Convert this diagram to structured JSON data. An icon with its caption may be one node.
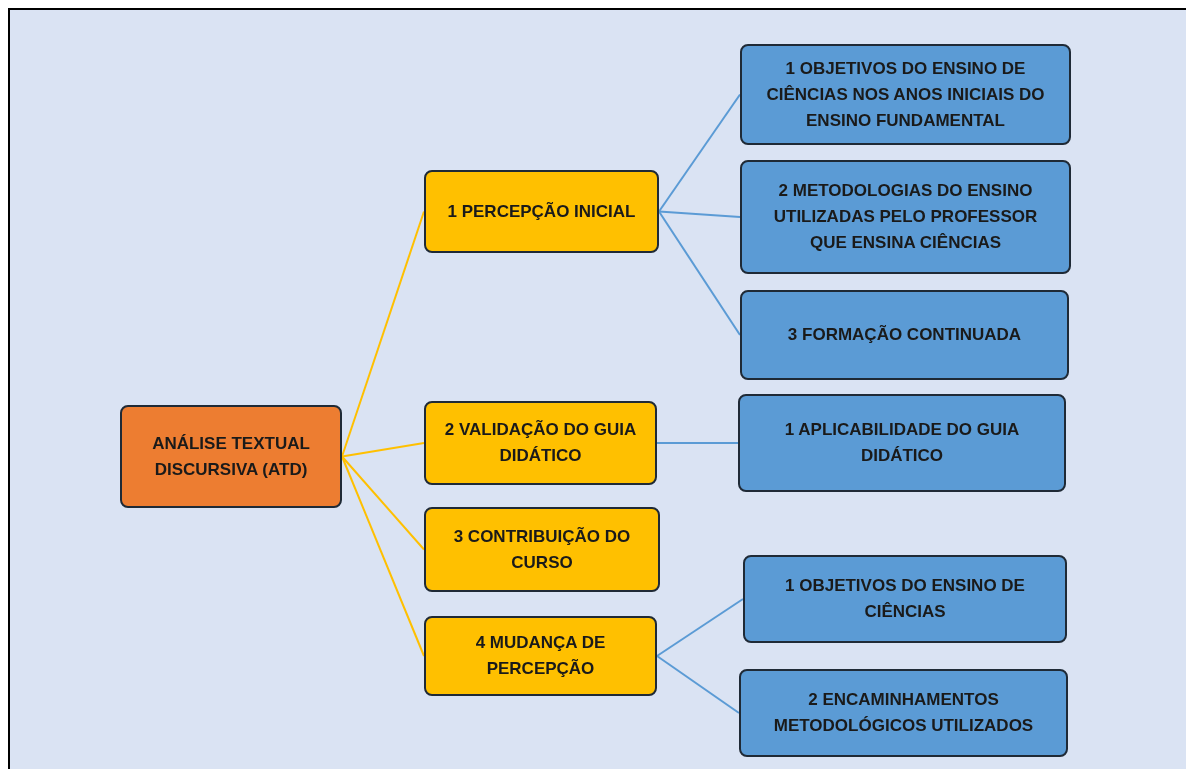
{
  "diagram": {
    "nodes": [
      {
        "text": [
          "ANÁLISE TEXTUAL DISCURSIVA (ATD)"
        ]
      },
      {
        "text": [
          "1 PERCEPÇÃO INICIAL"
        ]
      },
      {
        "text": [
          "2 VALIDAÇÃO DO GUIA DIDÁTICO"
        ]
      },
      {
        "text": [
          "3 CONTRIBUIÇÃO DO CURSO"
        ]
      },
      {
        "text": [
          "4 MUDANÇA DE PERCEPÇÃO"
        ]
      },
      {
        "text": [
          "1 OBJETIVOS DO ENSINO DE CIÊNCIAS NOS ANOS INICIAIS DO ENSINO FUNDAMENTAL"
        ]
      },
      {
        "text": [
          "2 METODOLOGIAS DO ENSINO UTILIZADAS PELO PROFESSOR QUE ENSINA CIÊNCIAS"
        ]
      },
      {
        "text": [
          "3 FORMAÇÃO CONTINUADA"
        ]
      },
      {
        "text": [
          "1 APLICABILIDADE DO GUIA DIDÁTICO"
        ]
      },
      {
        "text": [
          "1 OBJETIVOS DO ENSINO DE CIÊNCIAS"
        ]
      },
      {
        "text": [
          "2 ENCAMINHAMENTOS METODOLÓGICOS UTILIZADOS"
        ]
      }
    ],
    "edges": [
      {
        "from": 0,
        "to": 1,
        "arrow": "none",
        "color": "#ffc000"
      },
      {
        "from": 0,
        "to": 2,
        "arrow": "none",
        "color": "#ffc000"
      },
      {
        "from": 0,
        "to": 3,
        "arrow": "none",
        "color": "#ffc000"
      },
      {
        "from": 0,
        "to": 4,
        "arrow": "none",
        "color": "#ffc000"
      },
      {
        "from": 1,
        "to": 5,
        "arrow": "none"
      },
      {
        "from": 1,
        "to": 6,
        "arrow": "none"
      },
      {
        "from": 1,
        "to": 7,
        "arrow": "none"
      },
      {
        "from": 2,
        "to": 8,
        "arrow": "none"
      },
      {
        "from": 4,
        "to": 9,
        "arrow": "none"
      },
      {
        "from": 4,
        "to": 10,
        "arrow": "none"
      }
    ]
  }
}
